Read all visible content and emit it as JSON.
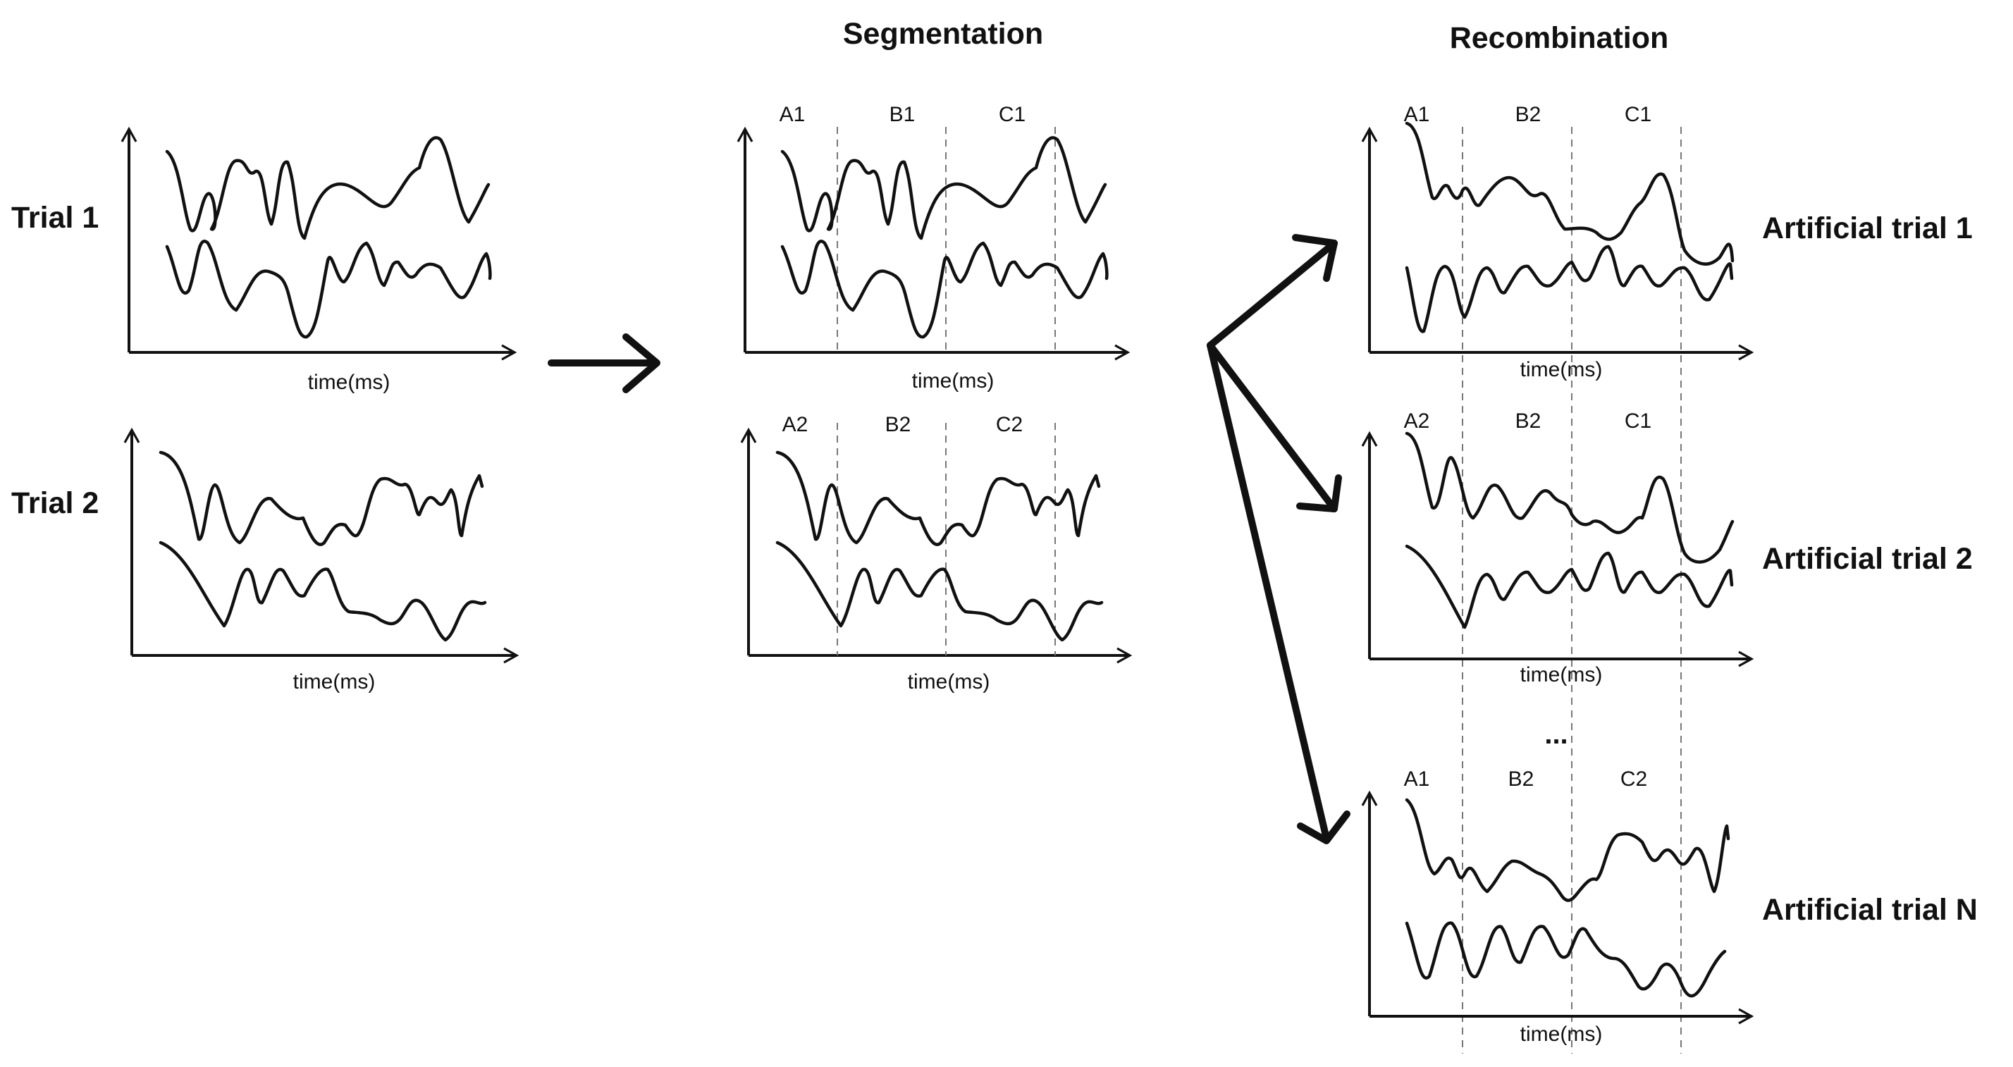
{
  "headers": {
    "segmentation": "Segmentation",
    "recombination": "Recombination"
  },
  "trials": [
    {
      "label": "Trial 1"
    },
    {
      "label": "Trial 2"
    }
  ],
  "axis_label": "time(ms)",
  "segmented": [
    {
      "segments": [
        "A1",
        "B1",
        "C1"
      ]
    },
    {
      "segments": [
        "A2",
        "B2",
        "C2"
      ]
    }
  ],
  "artificial": [
    {
      "label": "Artificial trial 1",
      "segments": [
        "A1",
        "B2",
        "C1"
      ]
    },
    {
      "label": "Artificial trial 2",
      "segments": [
        "A2",
        "B2",
        "C1"
      ]
    },
    {
      "label": "Artificial trial N",
      "segments": [
        "A1",
        "B2",
        "C2"
      ]
    }
  ],
  "ellipsis": "..."
}
